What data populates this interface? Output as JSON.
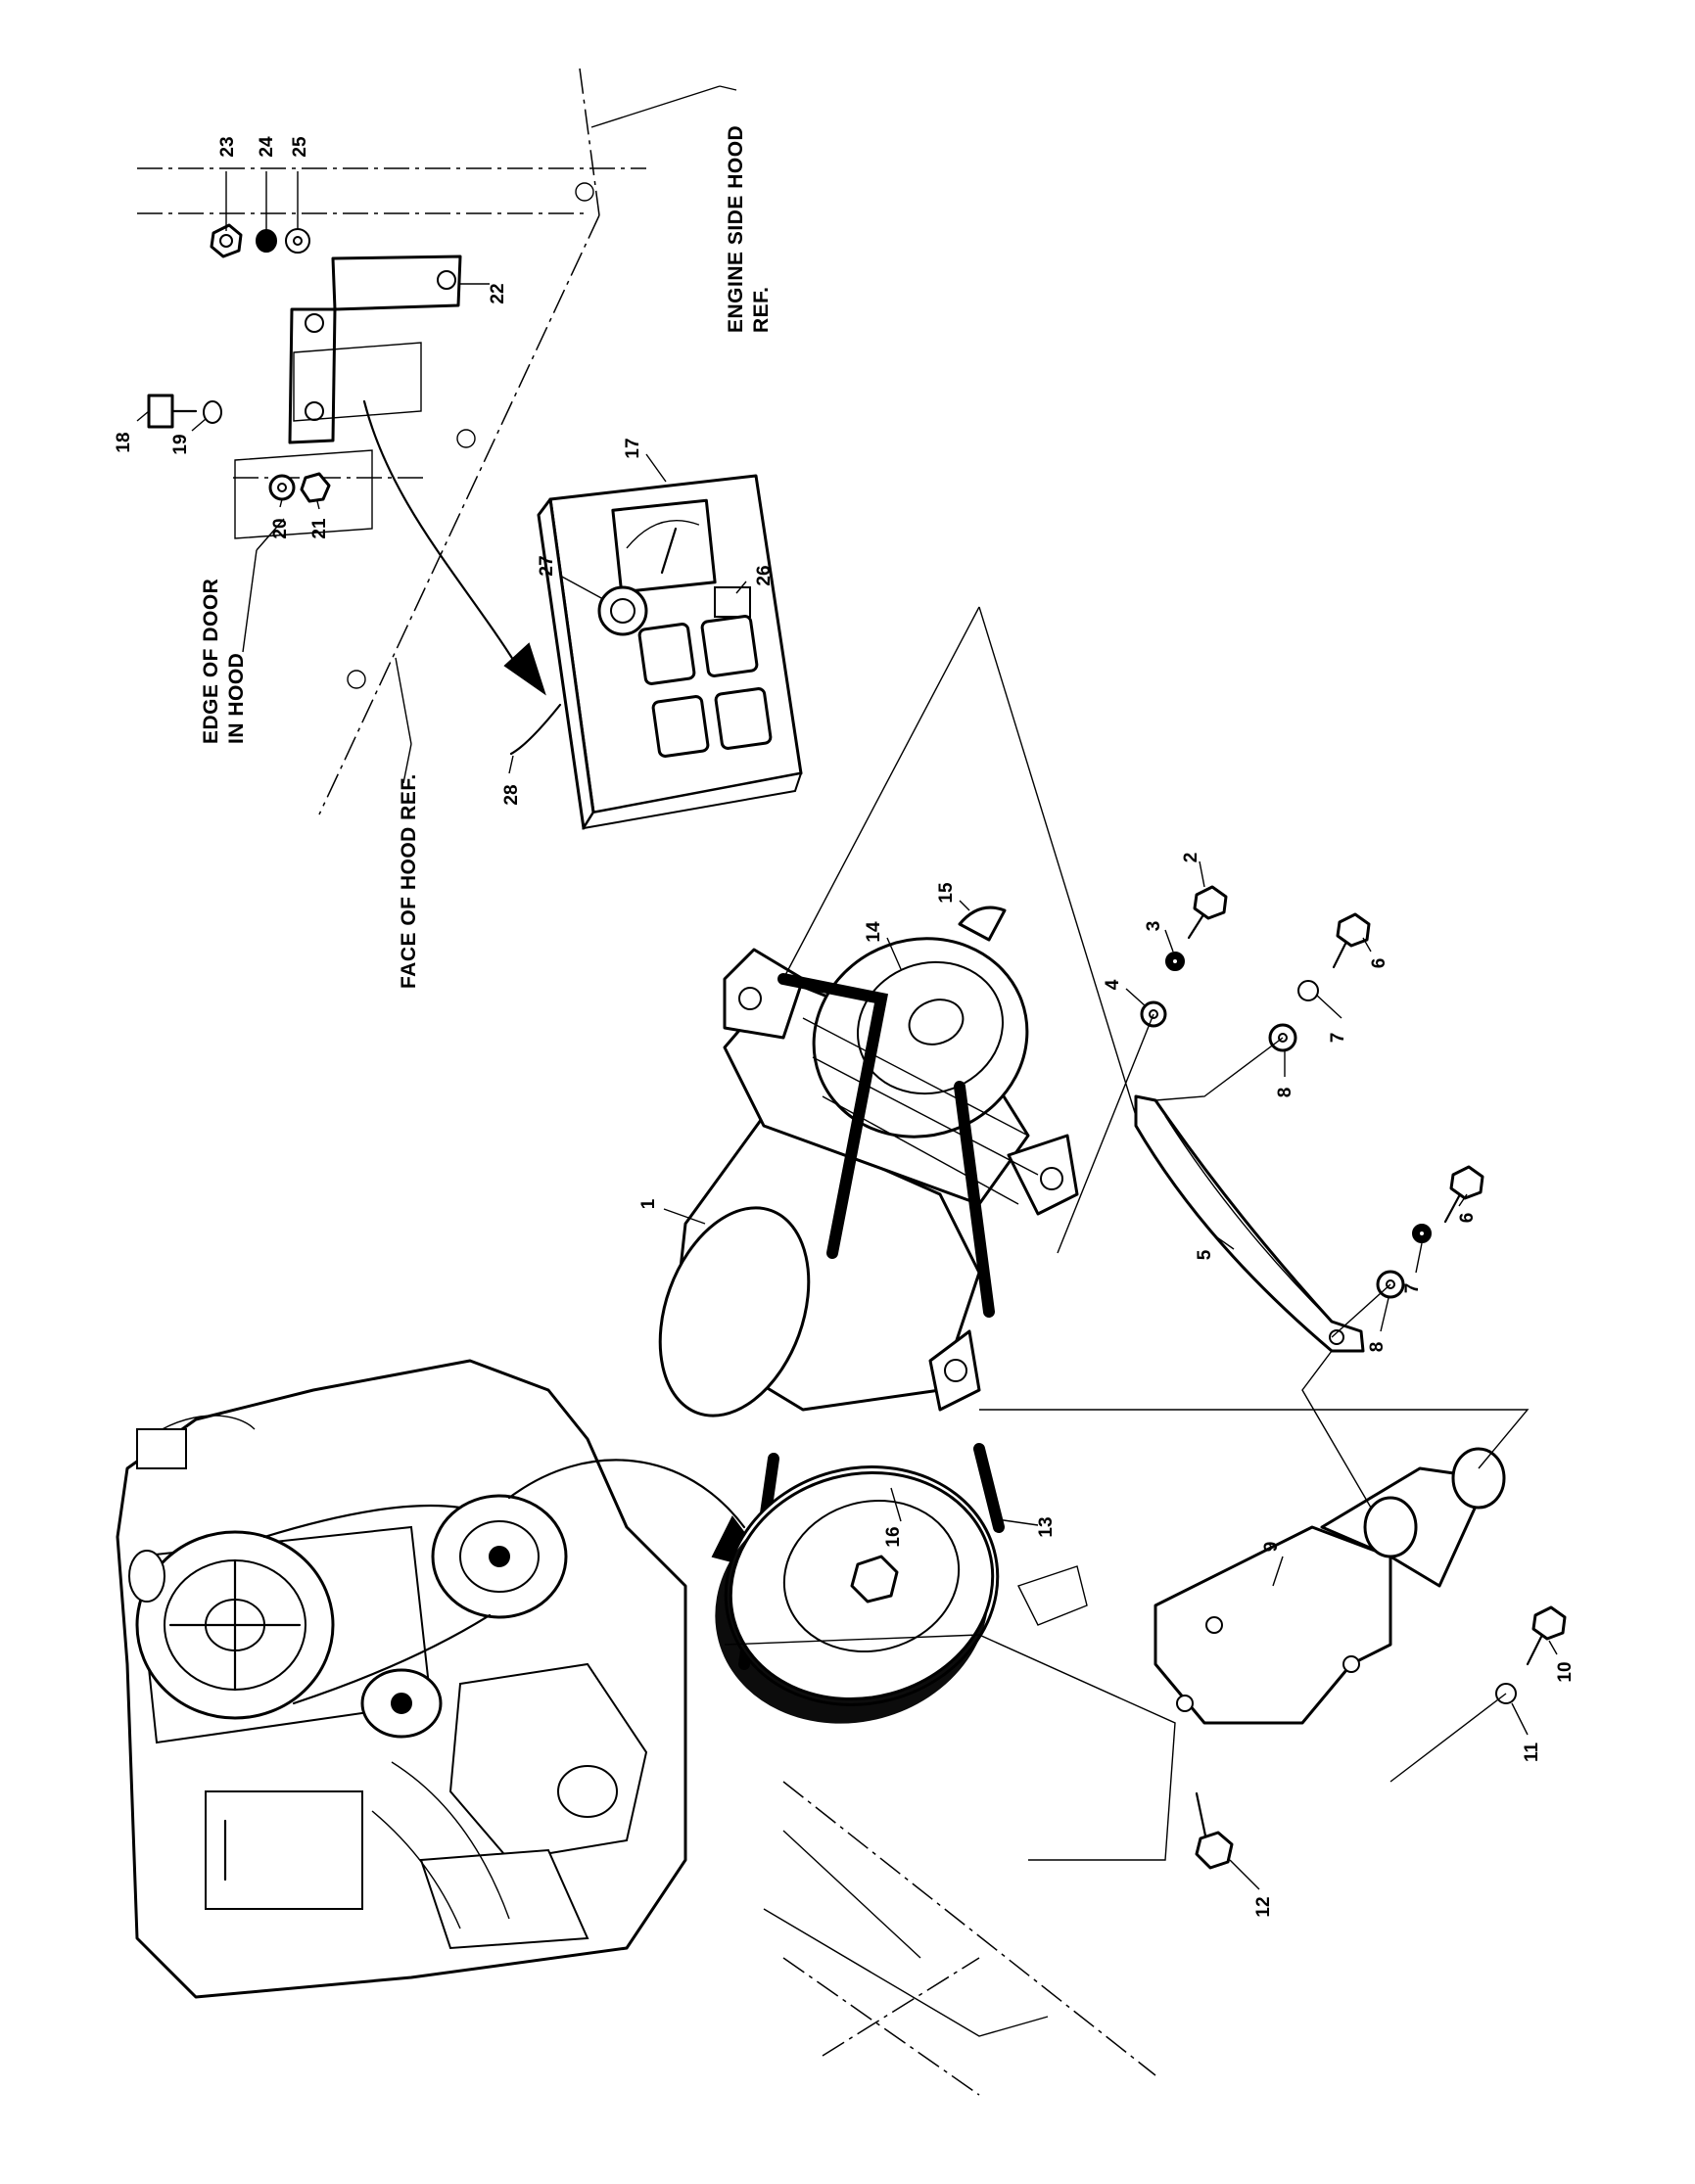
{
  "figure": {
    "type": "exploded parts diagram (page rotated 90° CCW)"
  },
  "callouts": [
    "1",
    "2",
    "3",
    "4",
    "5",
    "6",
    "6",
    "7",
    "7",
    "8",
    "8",
    "9",
    "10",
    "11",
    "12",
    "13",
    "14",
    "15",
    "16",
    "17",
    "18",
    "19",
    "20",
    "21",
    "22",
    "23",
    "24",
    "25",
    "26",
    "27",
    "28"
  ],
  "reference_labels": {
    "edge_of_door_line1": "EDGE OF DOOR",
    "edge_of_door_line2": "IN HOOD",
    "face_of_hood": "FACE OF HOOD REF.",
    "engine_side_hood_line1": "ENGINE SIDE HOOD",
    "engine_side_hood_line2": "REF."
  },
  "icons": [
    "engine-icon",
    "alternator-icon",
    "outlet-box-icon",
    "arrow-icon",
    "pulley-icon",
    "bracket-icon",
    "bolt-icon",
    "washer-icon",
    "nut-icon",
    "adjusting-arm-icon"
  ]
}
